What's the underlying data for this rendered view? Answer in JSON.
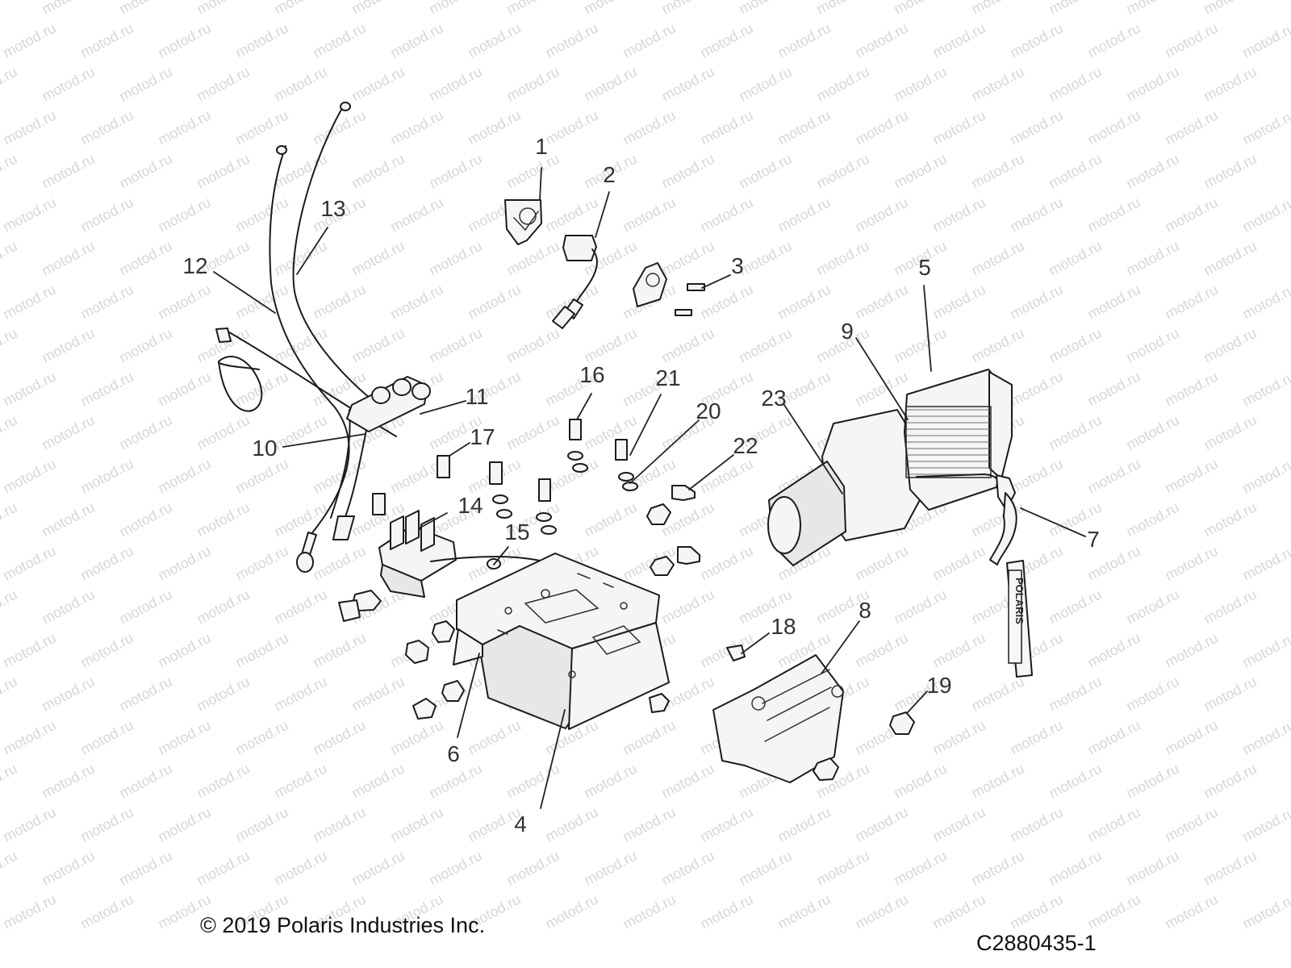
{
  "watermark": {
    "text": "motod.ru"
  },
  "callouts": {
    "p1": "1",
    "p2": "2",
    "p3": "3",
    "p4": "4",
    "p5": "5",
    "p6": "6",
    "p7": "7",
    "p8": "8",
    "p9": "9",
    "p10": "10",
    "p11": "11",
    "p12": "12",
    "p13": "13",
    "p14": "14",
    "p15": "15",
    "p16": "16",
    "p17": "17",
    "p18": "18",
    "p19": "19",
    "p20": "20",
    "p21": "21",
    "p22": "22",
    "p23": "23"
  },
  "footer": {
    "copyright": "© 2019 Polaris Industries Inc.",
    "code": "C2880435-1"
  },
  "strap_text": "POLARIS"
}
